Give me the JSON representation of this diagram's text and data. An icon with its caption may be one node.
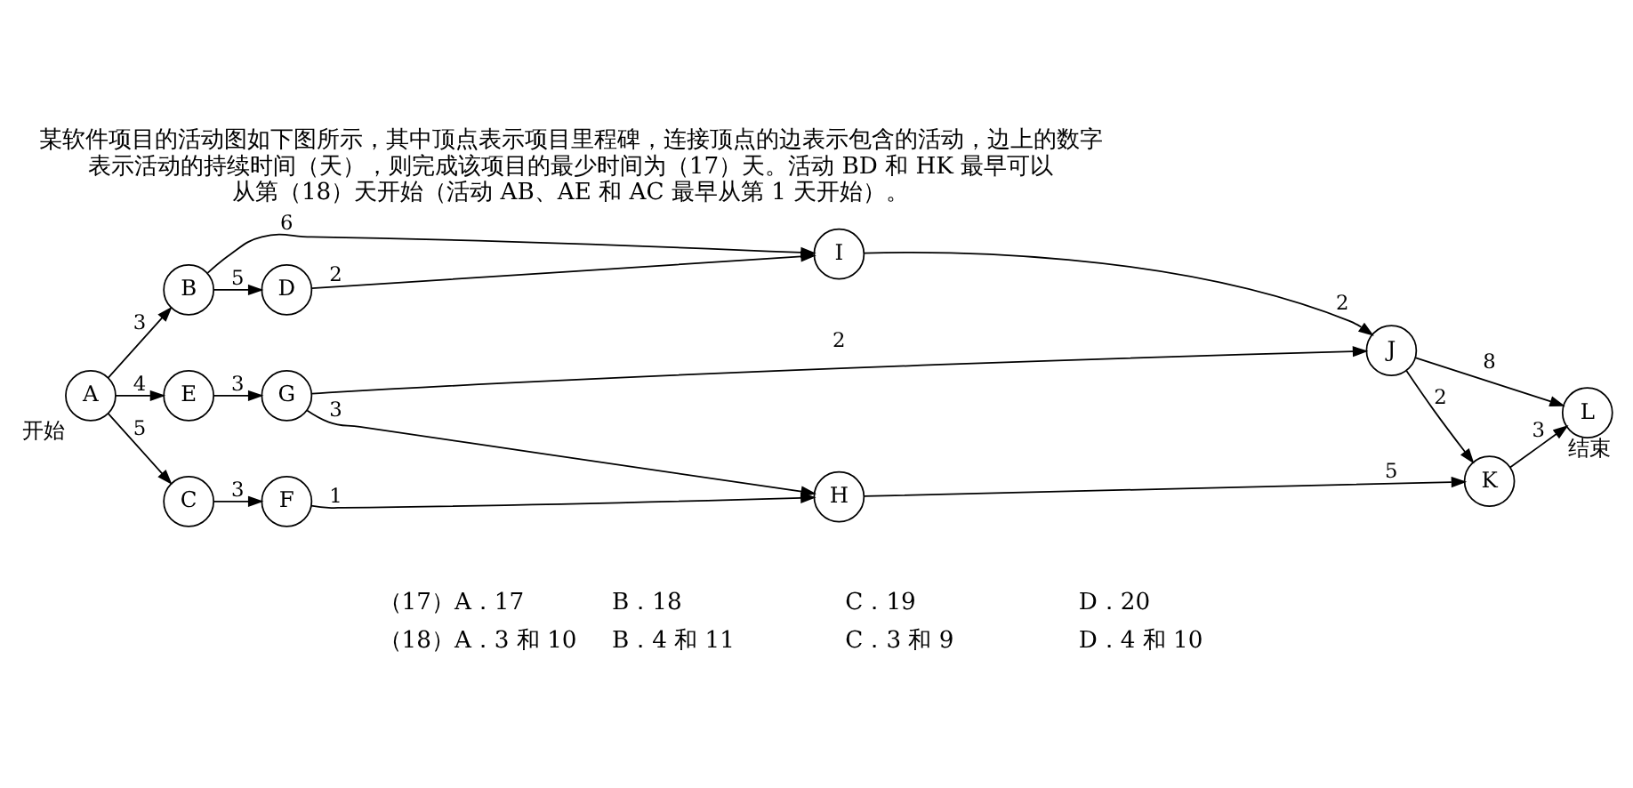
{
  "diagram": {
    "title": "某软件项目的活动图如下图所示，其中顶点表示项目里程碑，连接顶点的边表示包含的活动，边上的数字表示活动的持续时间（天），则完成该项目的最少时间为（17）天。活动 BD 和 HK 最早可以从第（18）天开始（活动 AB、AE 和 AC 最早从第 1 天开始）。",
    "nodes": [
      {
        "text": [
          "A"
        ],
        "beside": [
          "开始"
        ]
      },
      {
        "text": [
          "B"
        ]
      },
      {
        "text": [
          "C"
        ]
      },
      {
        "text": [
          "D"
        ]
      },
      {
        "text": [
          "E"
        ]
      },
      {
        "text": [
          "F"
        ]
      },
      {
        "text": [
          "G"
        ]
      },
      {
        "text": [
          "H"
        ]
      },
      {
        "text": [
          "I"
        ]
      },
      {
        "text": [
          "J"
        ]
      },
      {
        "text": [
          "K"
        ]
      },
      {
        "text": [
          "L"
        ],
        "beside": [
          "结束"
        ]
      }
    ],
    "edges": [
      {
        "from": 0,
        "to": 1,
        "arrow": "to",
        "label": "3"
      },
      {
        "from": 0,
        "to": 4,
        "arrow": "to",
        "label": "4"
      },
      {
        "from": 0,
        "to": 2,
        "arrow": "to",
        "label": "5"
      },
      {
        "from": 1,
        "to": 3,
        "arrow": "to",
        "label": "5"
      },
      {
        "from": 1,
        "to": 8,
        "arrow": "to",
        "label": "6"
      },
      {
        "from": 2,
        "to": 5,
        "arrow": "to",
        "label": "3"
      },
      {
        "from": 3,
        "to": 8,
        "arrow": "to",
        "label": "2"
      },
      {
        "from": 4,
        "to": 6,
        "arrow": "to",
        "label": "3"
      },
      {
        "from": 5,
        "to": 7,
        "arrow": "to",
        "label": "1"
      },
      {
        "from": 6,
        "to": 9,
        "arrow": "to",
        "label": "2"
      },
      {
        "from": 6,
        "to": 7,
        "arrow": "to",
        "label": "3"
      },
      {
        "from": 7,
        "to": 10,
        "arrow": "to",
        "label": "5"
      },
      {
        "from": 8,
        "to": 9,
        "arrow": "to",
        "label": "2"
      },
      {
        "from": 9,
        "to": 11,
        "arrow": "to",
        "label": "8"
      },
      {
        "from": 9,
        "to": 10,
        "arrow": "to",
        "label": "2"
      },
      {
        "from": 10,
        "to": 11,
        "arrow": "to",
        "label": "3"
      }
    ],
    "labels": [
      "（17）A．17",
      "B．18",
      "C．19",
      "D．20",
      "（18）A．3 和 10",
      "B．4 和 11",
      "C．3 和 9",
      "D．4 和 10"
    ]
  }
}
